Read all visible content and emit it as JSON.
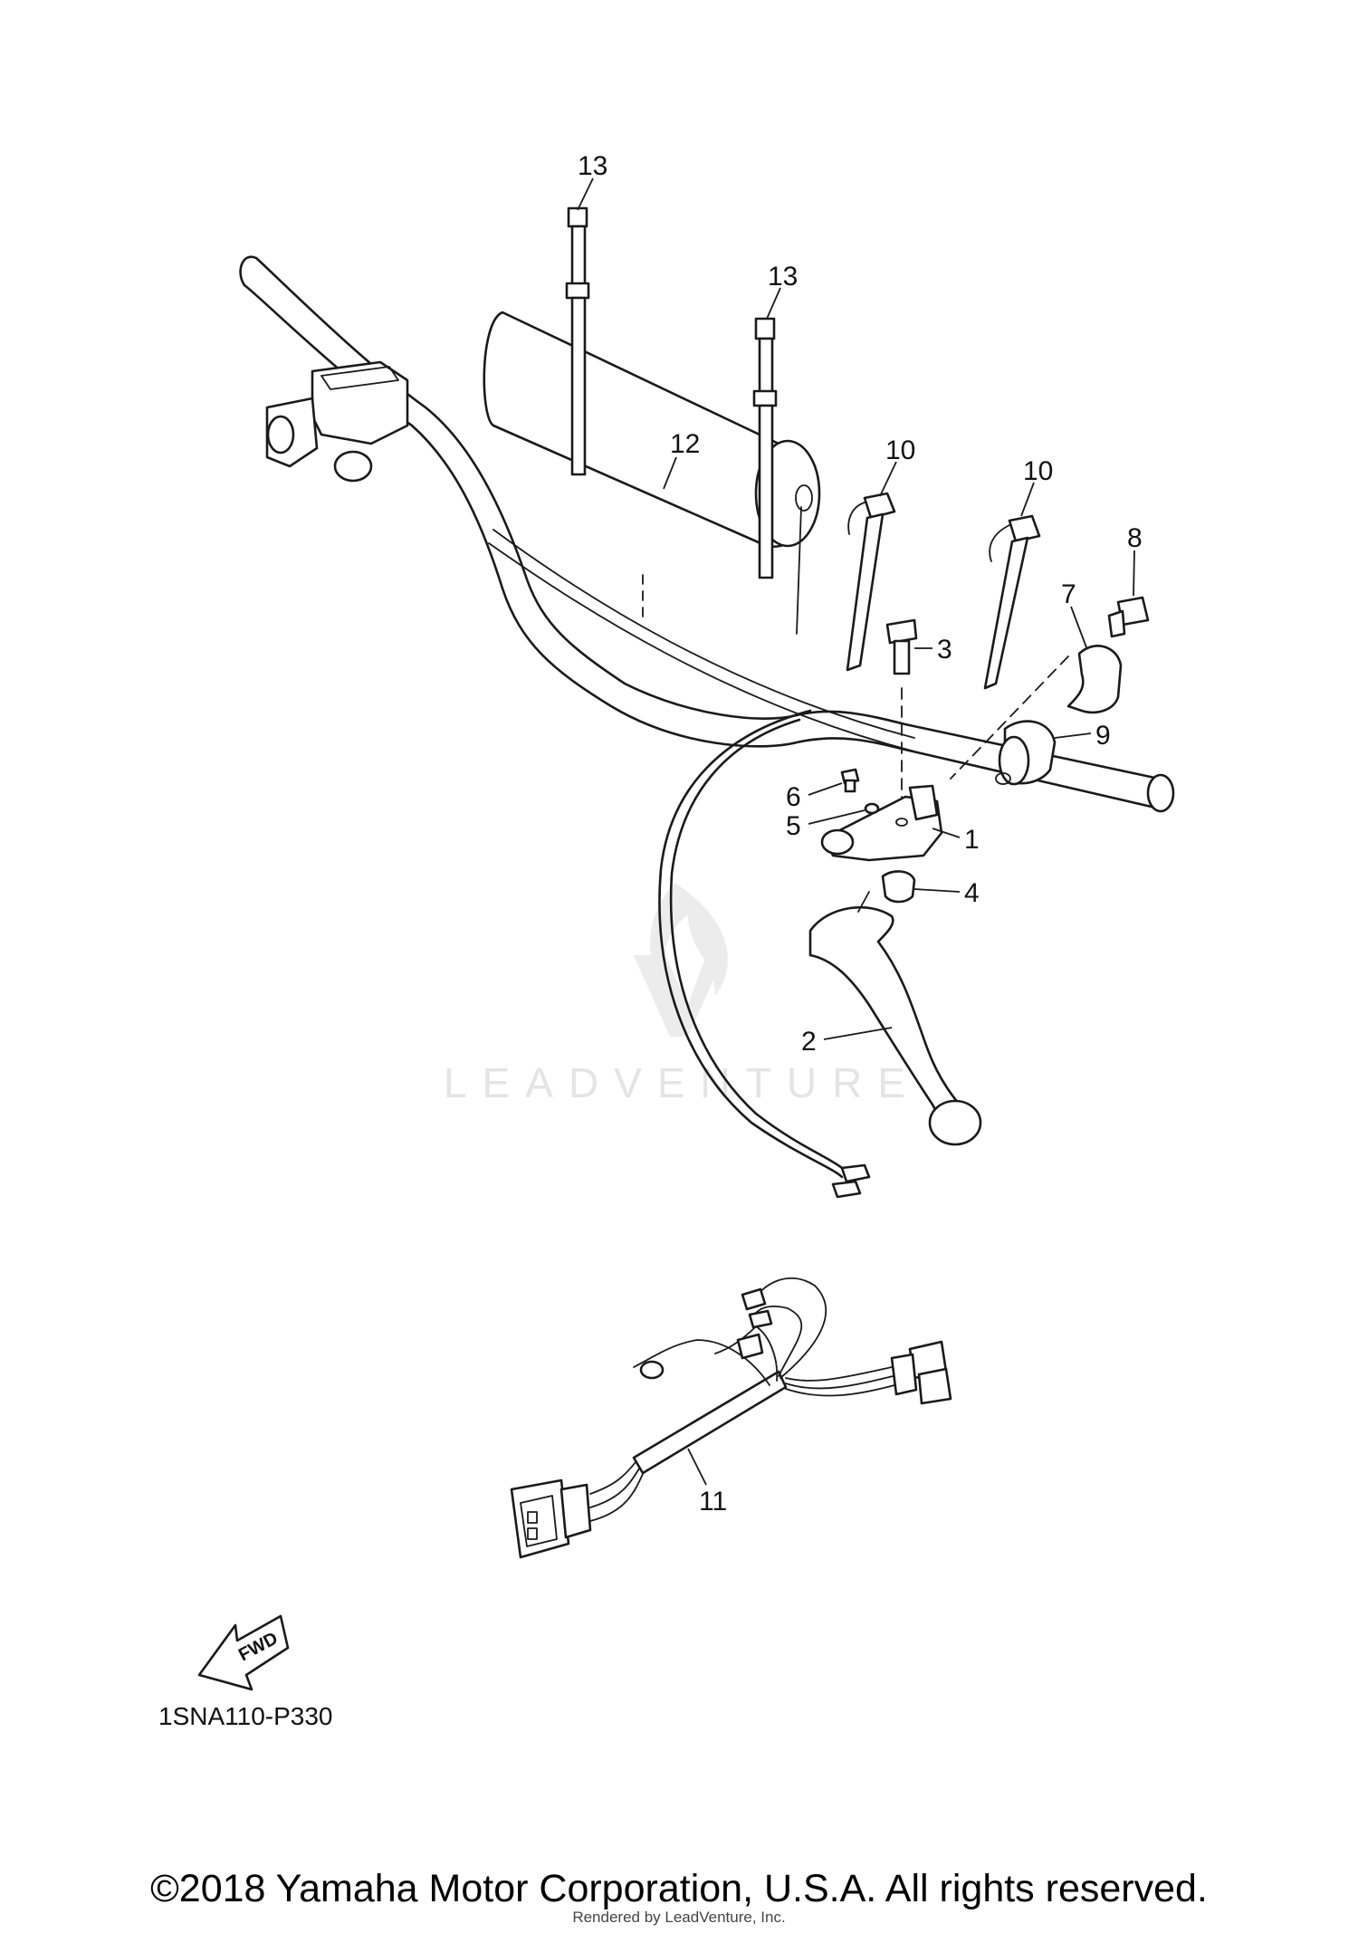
{
  "diagram": {
    "code": "1SNA110-P330",
    "fwd_label": "FWD",
    "watermark": "LEADVENTURE",
    "callouts": [
      {
        "id": "13a",
        "label": "13"
      },
      {
        "id": "13b",
        "label": "13"
      },
      {
        "id": "12",
        "label": "12"
      },
      {
        "id": "10a",
        "label": "10"
      },
      {
        "id": "10b",
        "label": "10"
      },
      {
        "id": "8",
        "label": "8"
      },
      {
        "id": "7",
        "label": "7"
      },
      {
        "id": "3",
        "label": "3"
      },
      {
        "id": "9",
        "label": "9"
      },
      {
        "id": "6",
        "label": "6"
      },
      {
        "id": "5",
        "label": "5"
      },
      {
        "id": "1",
        "label": "1"
      },
      {
        "id": "4",
        "label": "4"
      },
      {
        "id": "2",
        "label": "2"
      },
      {
        "id": "11",
        "label": "11"
      }
    ]
  },
  "footer": {
    "copyright": "©2018 Yamaha Motor Corporation, U.S.A. All rights reserved.",
    "rendered_by": "Rendered by LeadVenture, Inc."
  }
}
